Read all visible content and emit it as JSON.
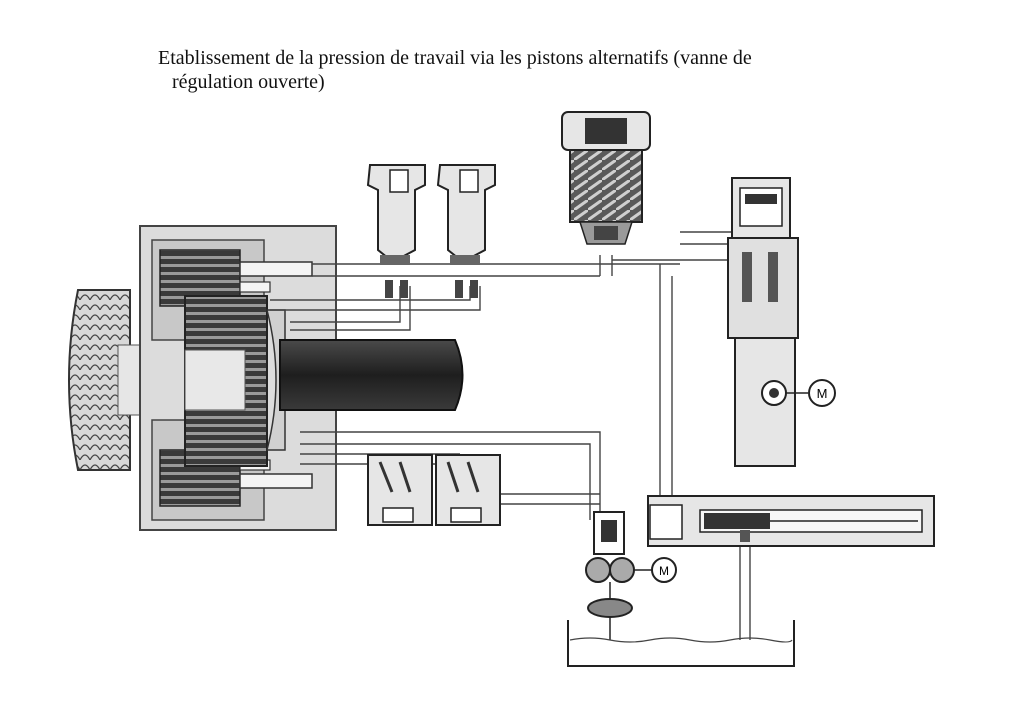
{
  "caption": {
    "line1": "Etablissement de la pression de travail via les pistons alternatifs (vanne de",
    "line2": "régulation ouverte)"
  },
  "labels": {
    "motor_right": "M",
    "motor_bottom": "M"
  },
  "colors": {
    "housing": "#dcdcdc",
    "dark": "#2a2a2a",
    "mid": "#8a8a8a",
    "pipe": "#f4f4f4",
    "outline": "#333333"
  }
}
